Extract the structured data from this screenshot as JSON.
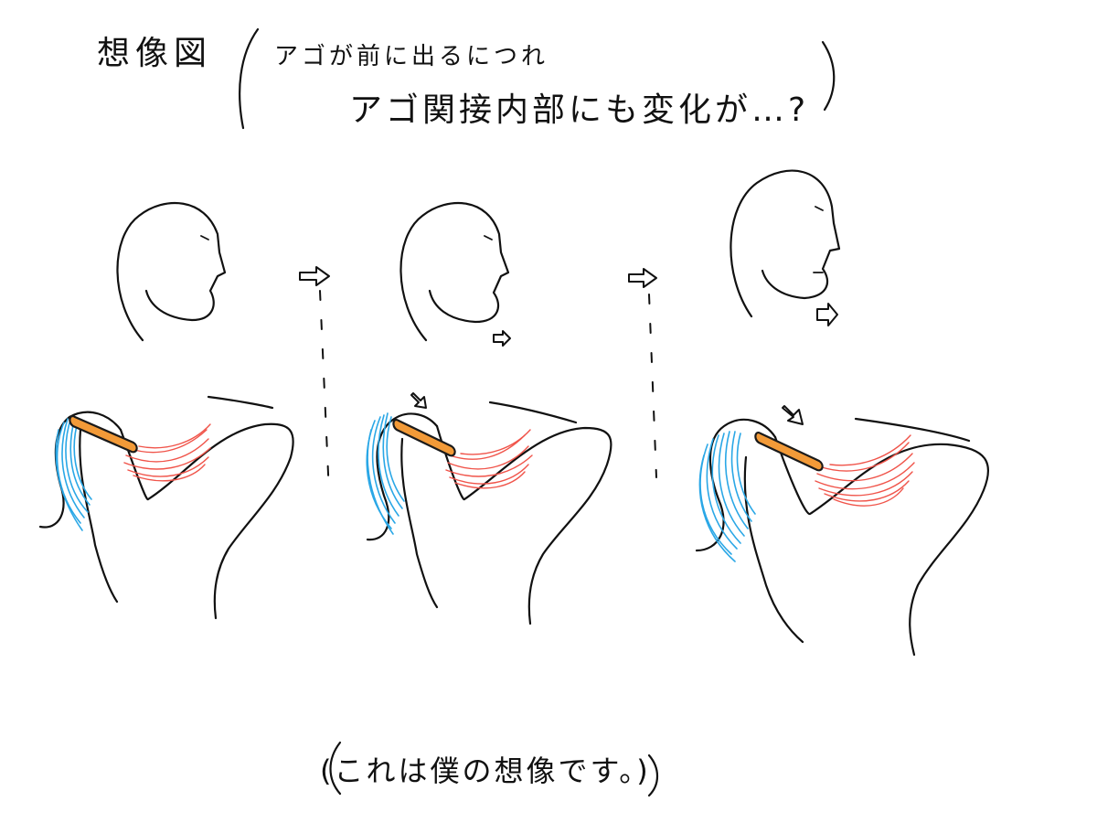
{
  "title": {
    "label": "想像図",
    "line1": "アゴが前に出るにつれ",
    "line2": "アゴ関接内部にも変化が…?"
  },
  "footer": {
    "note": "(これは僕の想像です。)"
  },
  "colors": {
    "ink": "#111111",
    "ligament_blue": "#2aa7e6",
    "muscle_red": "#f0544a",
    "disc_orange": "#f29a38",
    "background": "#ffffff"
  },
  "stages": [
    {
      "name": "stage-1",
      "disc_state": "seated",
      "jaw_position": "neutral"
    },
    {
      "name": "stage-2",
      "disc_state": "shifting",
      "jaw_position": "slightly-forward"
    },
    {
      "name": "stage-3",
      "disc_state": "displaced",
      "jaw_position": "forward"
    }
  ],
  "icons": {
    "progress_arrow": "right-arrow-icon",
    "pressure_arrow": "down-right-arrow-icon"
  }
}
